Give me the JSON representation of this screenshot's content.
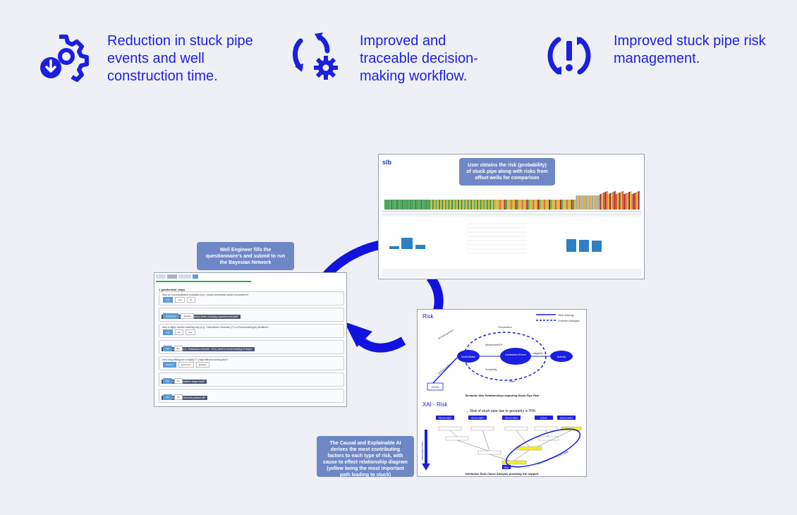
{
  "benefits": [
    {
      "icon": "gear-download-icon",
      "text": "Reduction in stuck pipe events and well construction time."
    },
    {
      "icon": "cycle-gear-icon",
      "text": "Improved and traceable decision-making workflow."
    },
    {
      "icon": "risk-cycle-icon",
      "text": "Improved stuck pipe risk management."
    }
  ],
  "callouts": {
    "risk": "User obtains the risk (probability) of stuck pipe along with risks from offset wells for comparison",
    "well": "Well Engineer fills the questionnaire's and submit to run the Bayesian Network",
    "xai": "The Causal and Explainable AI derives the most contributing factors to each type of risk, with cause to effect relationship diagram (yellow being the most important path leading to stuck)"
  },
  "risk_screen": {
    "logo": "slb"
  },
  "form_screen": {
    "section_title": "1 geothermal_clays",
    "questions": [
      {
        "text": "Was an 'unconsolidated formation (e.g., coarse permeable sand) encountered?",
        "dark": false,
        "options": [
          "High",
          "Low",
          "No"
        ],
        "selected": 0
      },
      {
        "text": "What is the well azimuth direction when crossing a geothermal fault?",
        "dark": true,
        "options": [
          "@SHHeap",
          "@HMap"
        ],
        "selected": 0
      },
      {
        "text": "Was a highly tractive swelling clay (e.g., Yellowstone Smectite (??) or Photosmall type) identified?",
        "dark": false,
        "options": [
          "High",
          "No",
          "Low"
        ],
        "selected": 0
      },
      {
        "text": "Was an inhibitive (i.e., Potassium chloride - KCL) used to avoid swelling of clays?",
        "dark": true,
        "options": [
          "Yes",
          "No"
        ],
        "selected": 0
      },
      {
        "text": "How long drilling into a highly ?? clays without running liner?",
        "dark": false,
        "options": [
          "24hours",
          "@72hours",
          "@4days"
        ],
        "selected": 0
      },
      {
        "text": "Was poor/over-prediction target fault?",
        "dark": true,
        "options": [
          "Yes",
          "No"
        ],
        "selected": 0
      },
      {
        "text": "Did the drill string become packed off?",
        "dark": true,
        "options": [
          "Yes",
          "No"
        ],
        "selected": 0
      }
    ]
  },
  "xai_screen": {
    "risk_title": "Risk",
    "legend_ontology": "Risk Ontology",
    "legend_external": "External ontologies",
    "nodes": {
      "worldstate": "WorldState",
      "undesired_event": "Undesired Event",
      "activity": "Activity",
      "sosa": "SOSA"
    },
    "edge_labels": {
      "precondition": "Precondition",
      "is_consequence_of": "IsConsequence",
      "antecedent_of": "isAntecedentOf",
      "mitigation": "mitigation",
      "probability": "Probability",
      "effect": "Effect",
      "is_observed_by": "isObservedBy"
    },
    "caption_semantic": "Semantic Web Relationships capturing Stuck Pipe Risk",
    "xai_title": "XAI - Risk",
    "risk_statement": "→ Risk of stuck pipe due to geometry is 70%",
    "header_boxes": [
      "Observation",
      "Observation",
      "Observation",
      "Action",
      "Observation"
    ],
    "info_flow_label": "Information Flow",
    "key_path_label": "Key causal interaction path",
    "risk_box": "Risk",
    "caption_xai": "Interactive Root-Cause Analysis providing XAI support."
  }
}
